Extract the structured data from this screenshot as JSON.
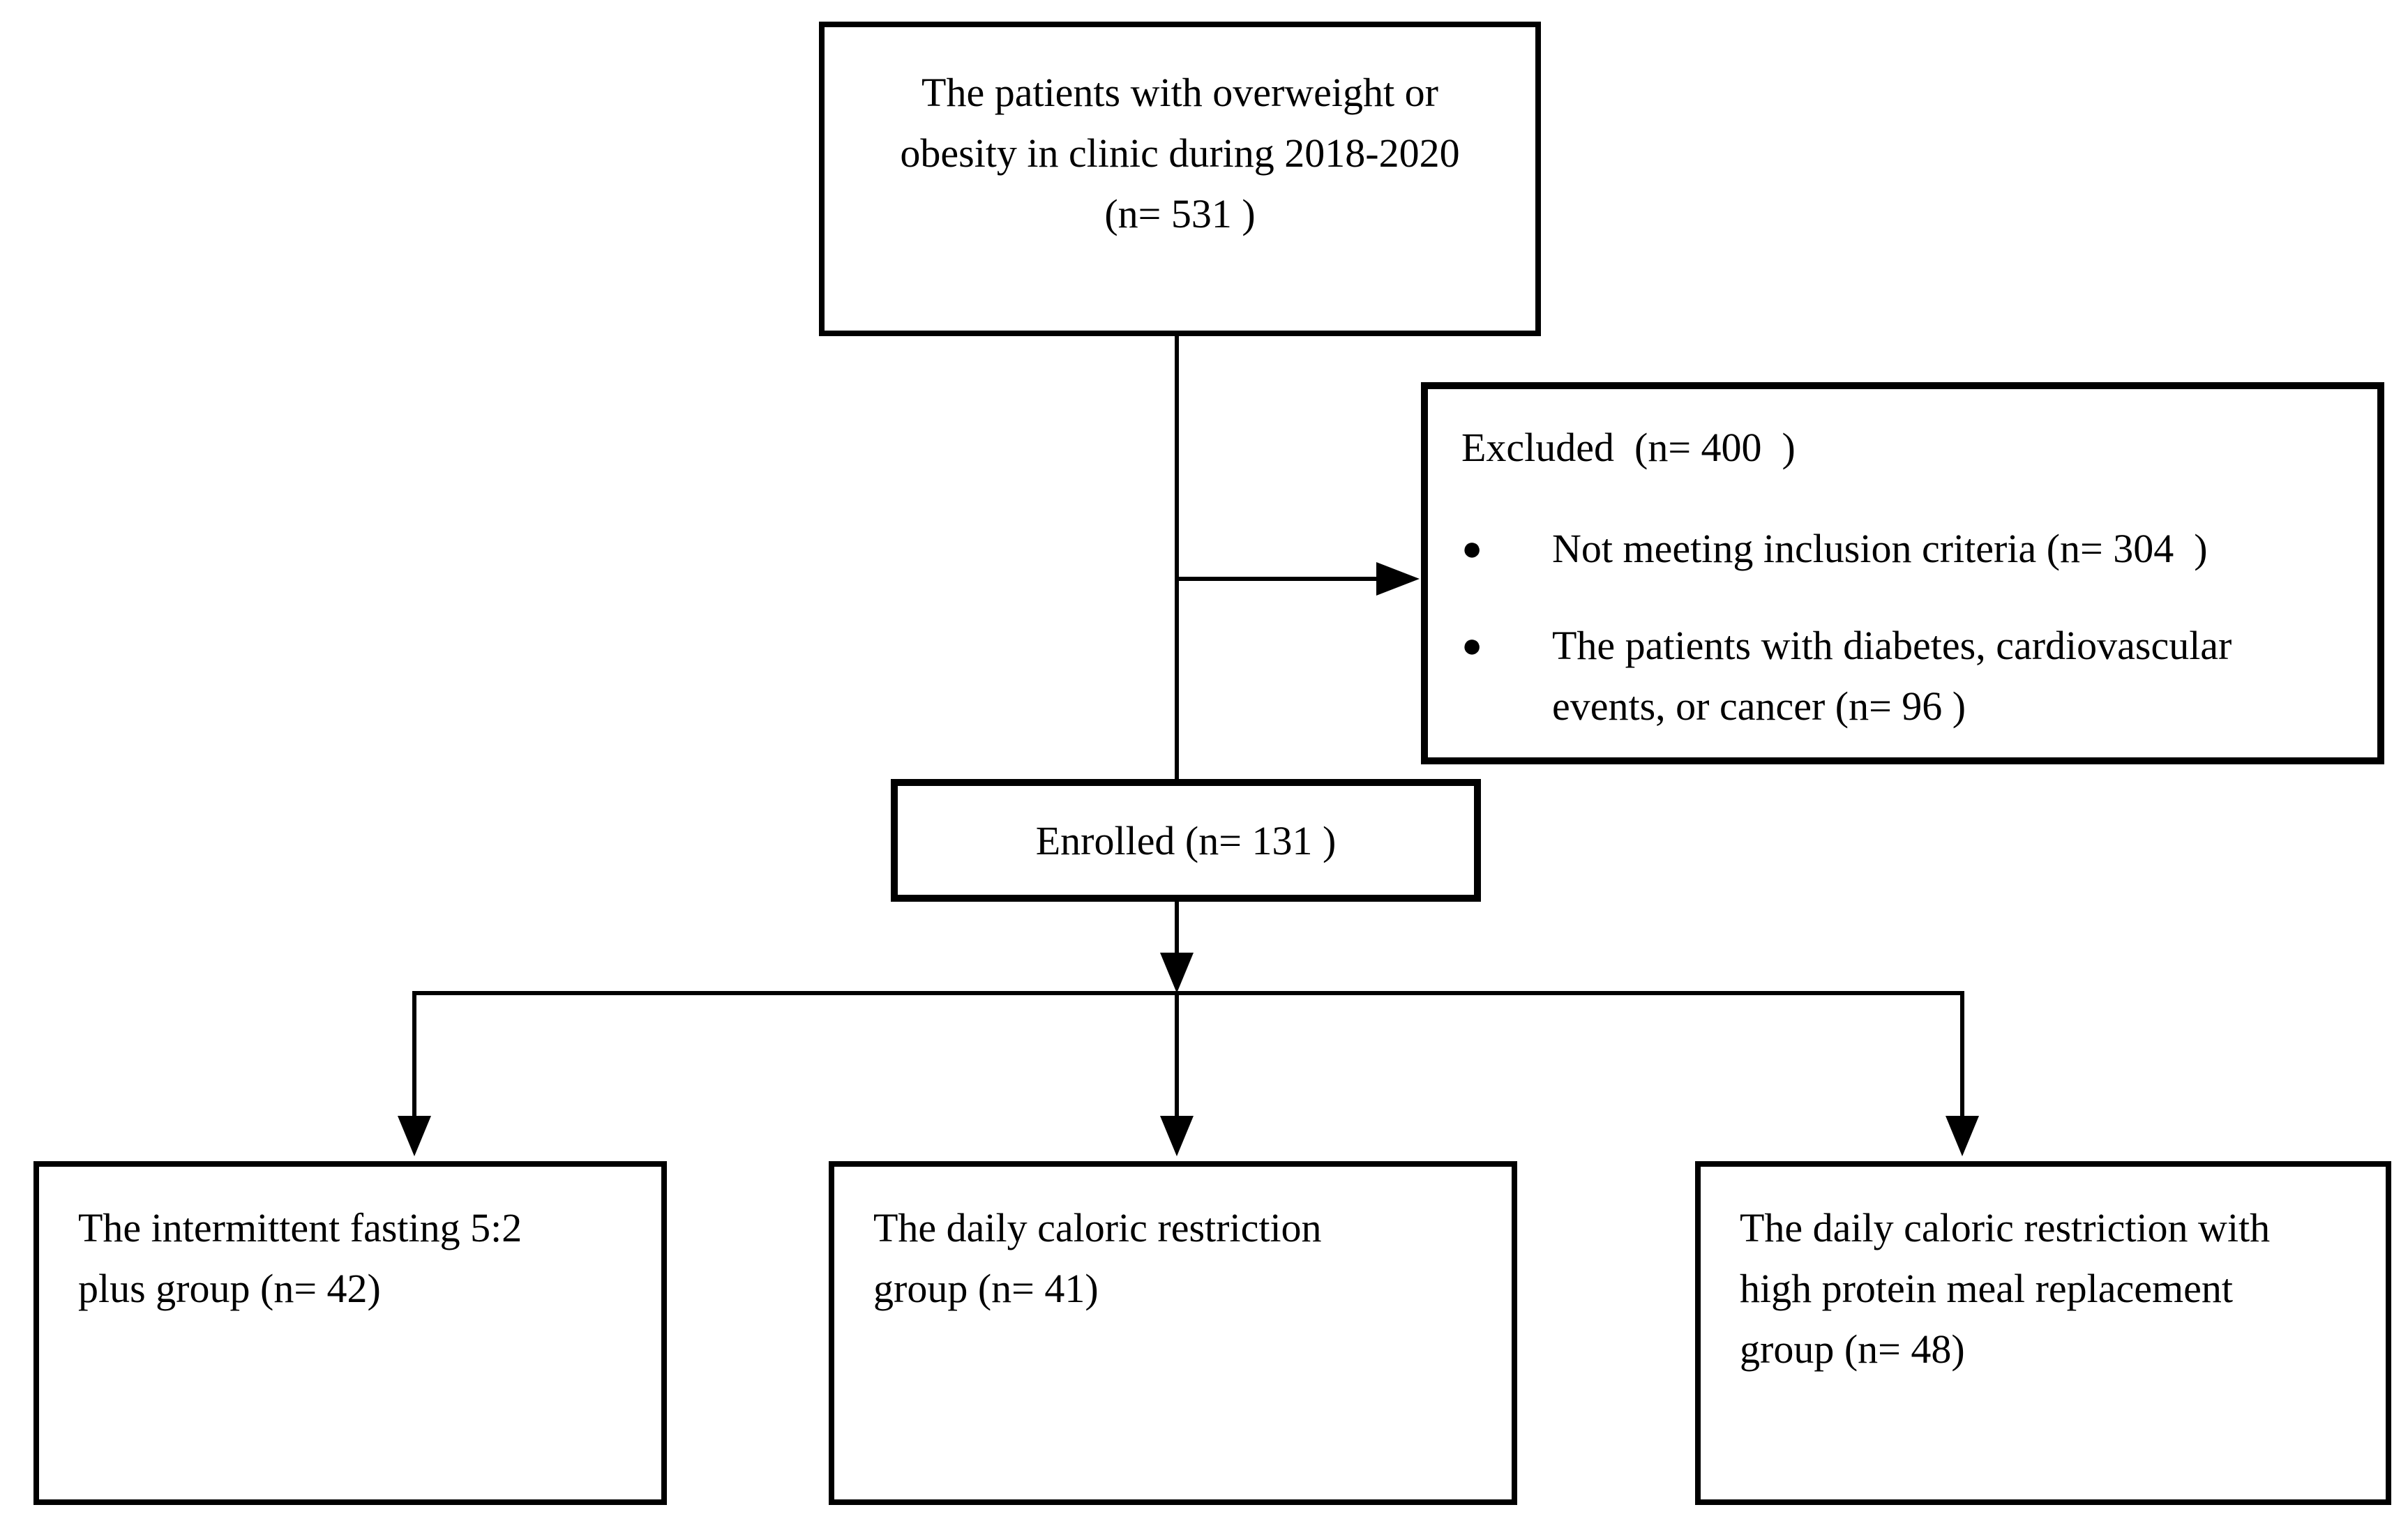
{
  "diagram": {
    "screened_box": {
      "lines": [
        "The patients with overweight or",
        "obesity in clinic during 2018-2020",
        "(n= 531 )"
      ]
    },
    "excluded_box": {
      "title": "Excluded  (n= 400  )",
      "bullets": [
        {
          "lines": [
            "Not meeting inclusion criteria (n= 304  )"
          ]
        },
        {
          "lines": [
            "The patients with diabetes, cardiovascular",
            "events, or cancer (n= 96 )"
          ]
        }
      ]
    },
    "enrolled_box": {
      "label": "Enrolled (n= 131 )"
    },
    "group_boxes": [
      {
        "lines": [
          "The intermittent fasting 5:2",
          "plus group (n= 42)"
        ]
      },
      {
        "lines": [
          "The daily caloric restriction",
          "group (n= 41)"
        ]
      },
      {
        "lines": [
          "The daily caloric restriction with",
          "high protein meal replacement",
          "group (n= 48)"
        ]
      }
    ],
    "icons": {
      "bullet": "●"
    },
    "colors": {
      "line": "#000000",
      "background": "#ffffff",
      "text": "#000000"
    }
  }
}
